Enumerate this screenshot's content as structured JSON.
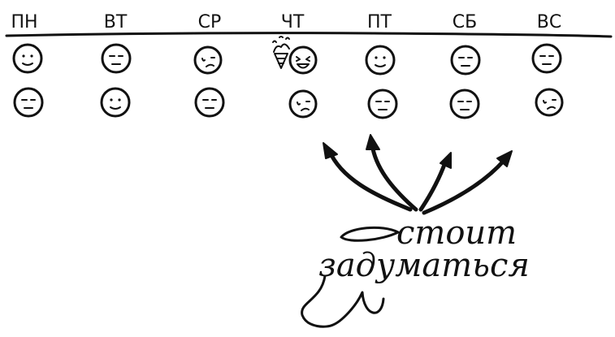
{
  "days": [
    "ПН",
    "ВТ",
    "СР",
    "ЧТ",
    "ПТ",
    "СБ",
    "ВС"
  ],
  "week1": [
    "smile",
    "neutral",
    "skeptical",
    "laughing",
    "smile",
    "neutral",
    "neutral"
  ],
  "week2": [
    "neutral",
    "smile",
    "neutral",
    "skeptical",
    "neutral",
    "neutral",
    "skeptical"
  ],
  "caption": {
    "line1": "стоит",
    "line2": "задуматься"
  },
  "decorations": {
    "thursday_icon": "ice-cream-cone-icon"
  }
}
